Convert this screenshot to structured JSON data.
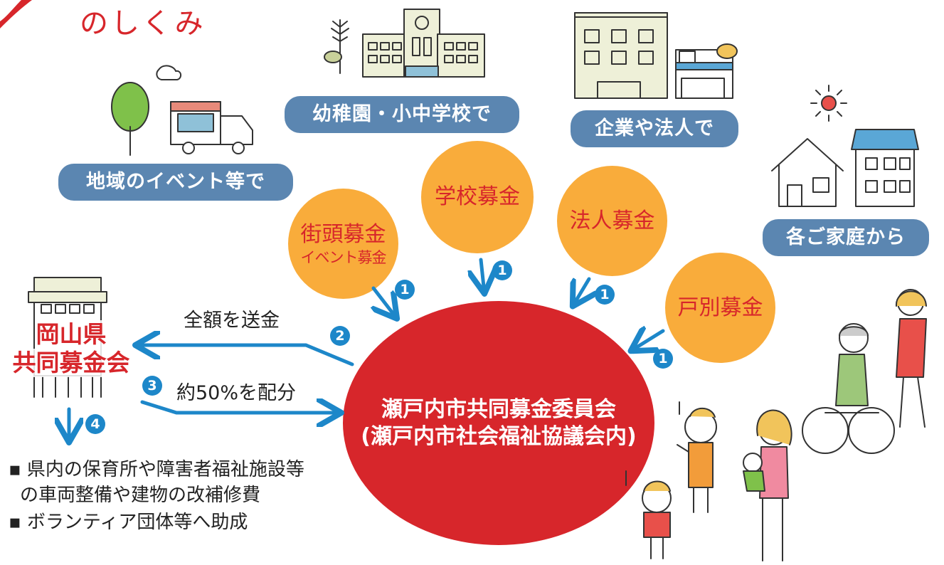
{
  "title": "のしくみ",
  "sources": {
    "school": "幼稚園・小中学校で",
    "company": "企業や法人で",
    "event": "地域のイベント等で",
    "home": "各ご家庭から"
  },
  "campaigns": {
    "street_line1": "街頭募金",
    "street_line2": "イベント募金",
    "school": "学校募金",
    "corporate": "法人募金",
    "household": "戸別募金"
  },
  "committee": {
    "line1": "瀬戸内市共同募金委員会",
    "line2": "(瀬戸内市社会福祉協議会内)"
  },
  "prefecture": {
    "line1": "岡山県",
    "line2": "共同募金会"
  },
  "flows": {
    "send_all": "全額を送金",
    "allocate": "約50%を配分"
  },
  "step_numbers": {
    "one": "1",
    "two": "2",
    "three": "3",
    "four": "4"
  },
  "uses": {
    "item1_line1": "▪ 県内の保育所や障害者福祉施設等",
    "item1_line2": "の車両整備や建物の改補修費",
    "item2": "▪ ボランティア団体等へ助成"
  },
  "colors": {
    "accent_red": "#d7262b",
    "pill_blue": "#5b86b1",
    "circle_orange": "#f9ac3b",
    "arrow_blue": "#1d87c9"
  }
}
